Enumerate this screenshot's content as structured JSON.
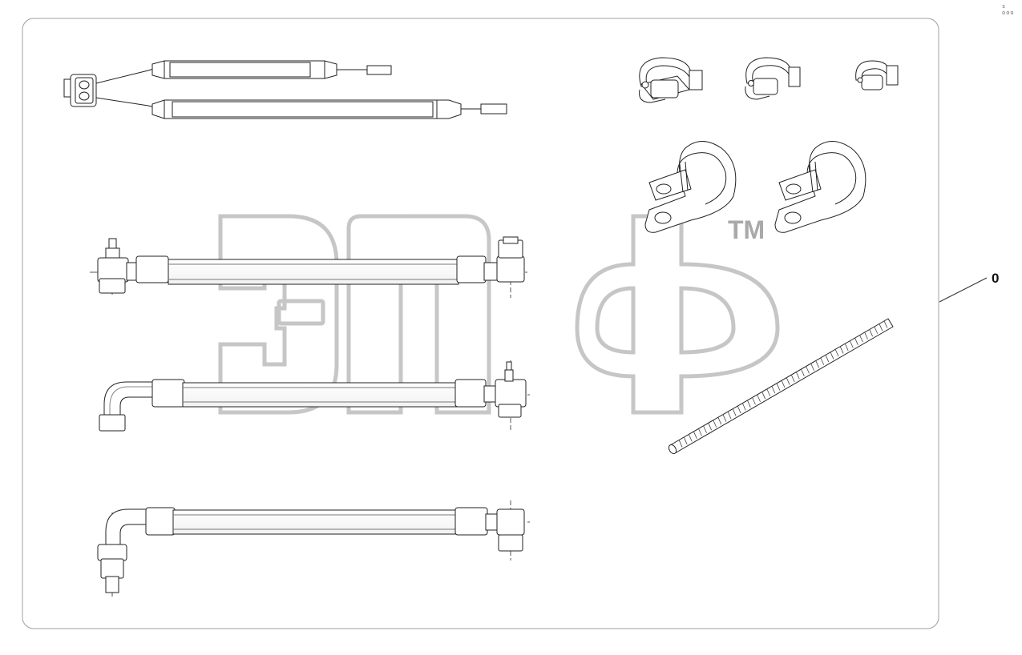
{
  "diagram": {
    "callout_label": "0",
    "corner_code": "s ooo",
    "watermark": {
      "text": "эпф",
      "trademark": "TM"
    },
    "parts": [
      {
        "name": "wiring-harness"
      },
      {
        "name": "hose-line-straight"
      },
      {
        "name": "hose-line-elbow"
      },
      {
        "name": "hose-line-elbow-long"
      },
      {
        "name": "hose-clamp-large"
      },
      {
        "name": "hose-clamp-medium"
      },
      {
        "name": "hose-clamp-small"
      },
      {
        "name": "p-clamp-left"
      },
      {
        "name": "p-clamp-right"
      },
      {
        "name": "protective-spiral-sleeve"
      }
    ],
    "colors": {
      "line": "#222222",
      "frame": "#999999",
      "watermark": "#b5b5b5"
    }
  }
}
